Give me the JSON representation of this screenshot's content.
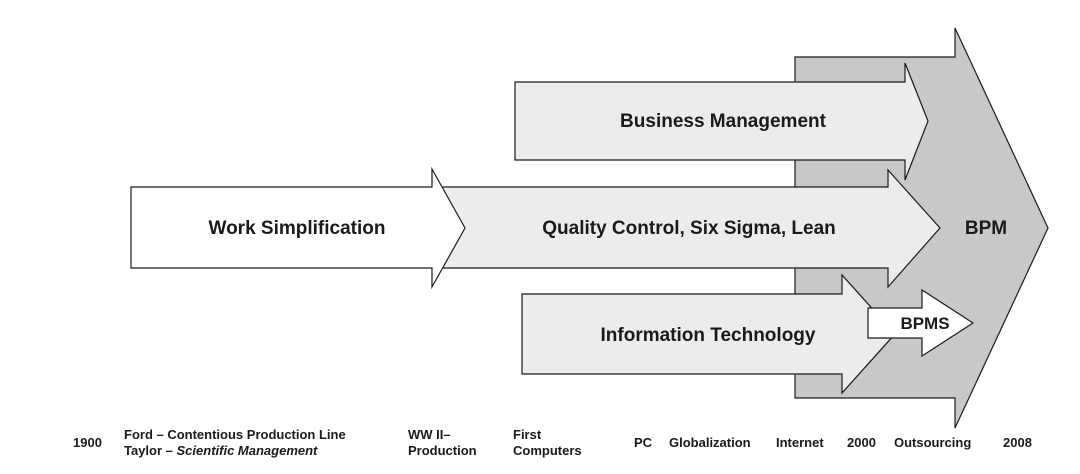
{
  "arrows": {
    "bpm": "BPM",
    "business_management": "Business Management",
    "work_simplification": "Work Simplification",
    "quality": "Quality Control, Six Sigma, Lean",
    "information_technology": "Information Technology",
    "bpms": "BPMS"
  },
  "timeline": {
    "y1900": "1900",
    "ford": "Ford – Contentious Production Line",
    "taylor_prefix": "Taylor – ",
    "taylor_italic": "Scientific Management",
    "ww2_line1": "WW II–",
    "ww2_line2": "Production",
    "first_line1": "First",
    "first_line2": "Computers",
    "pc": "PC",
    "globalization": "Globalization",
    "internet": "Internet",
    "y2000": "2000",
    "outsourcing": "Outsourcing",
    "y2008": "2008"
  },
  "colors": {
    "bpm_fill": "#c8c8c8",
    "arrow_fill": "#ececec",
    "white_fill": "#ffffff",
    "stroke": "#1a1a1a"
  }
}
